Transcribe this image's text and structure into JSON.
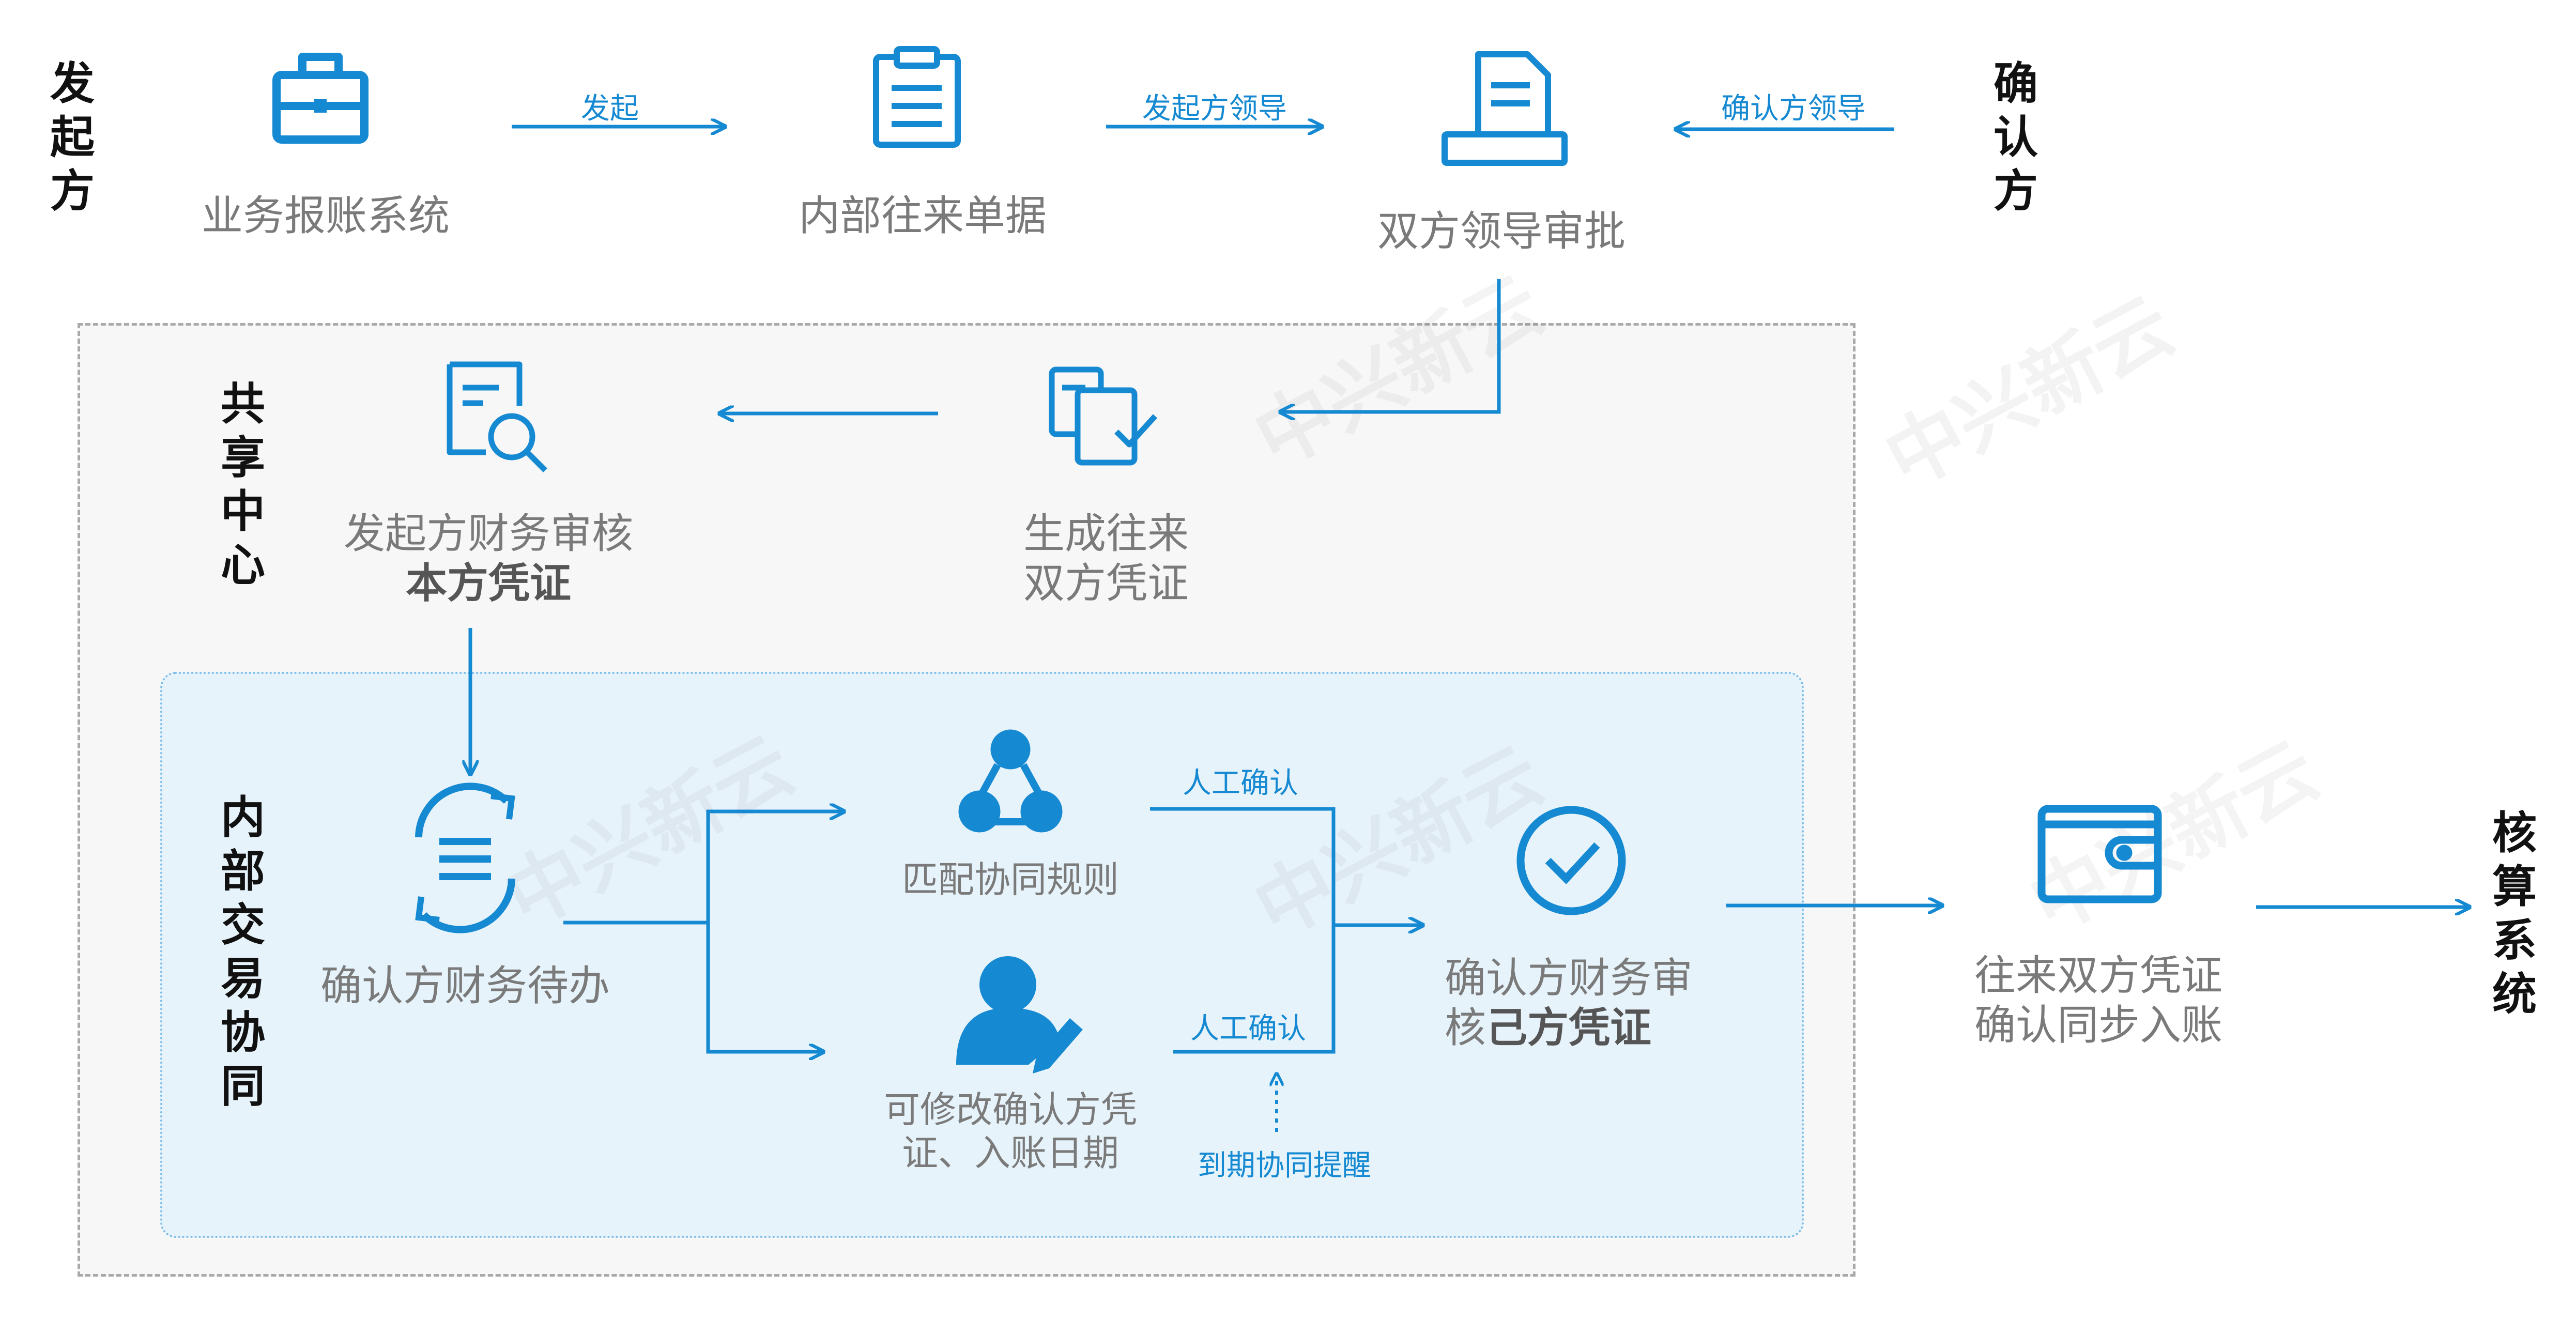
{
  "roles": {
    "initiator": "发起方",
    "confirmer": "确认方",
    "shared_center": "共享中心",
    "internal_collab": "内部交易协同",
    "accounting": "核算系统"
  },
  "nodes": {
    "biz_system": "业务报账系统",
    "internal_doc": "内部往来单据",
    "dual_approval": "双方领导审批",
    "gen_voucher_1": "生成往来",
    "gen_voucher_2": "双方凭证",
    "init_review_1": "发起方财务审核",
    "init_review_2": "本方凭证",
    "confirm_todo": "确认方财务待办",
    "match_rules": "匹配协同规则",
    "modify_1": "可修改确认方凭",
    "modify_2": "证、入账日期",
    "confirm_review_1": "确认方财务审",
    "confirm_review_2a": "核",
    "confirm_review_2b": "己方凭证",
    "sync_1": "往来双方凭证",
    "sync_2": "确认同步入账"
  },
  "arrow_labels": {
    "initiate": "发起",
    "initiator_leader": "发起方领导",
    "confirmer_leader": "确认方领导",
    "manual_confirm_1": "人工确认",
    "manual_confirm_2": "人工确认",
    "due_reminder": "到期协同提醒"
  },
  "watermark": "中兴新云",
  "colors": {
    "accent": "#1589d1",
    "text": "#7a7a7a",
    "role": "#111111"
  },
  "icons": {
    "biz_system": "briefcase-icon",
    "internal_doc": "clipboard-icon",
    "dual_approval": "printer-document-icon",
    "gen_voucher": "documents-check-icon",
    "init_review": "document-search-icon",
    "confirm_todo": "refresh-list-icon",
    "match_rules": "network-nodes-icon",
    "modify": "user-edit-icon",
    "confirm_review": "check-circle-icon",
    "sync": "wallet-icon"
  }
}
